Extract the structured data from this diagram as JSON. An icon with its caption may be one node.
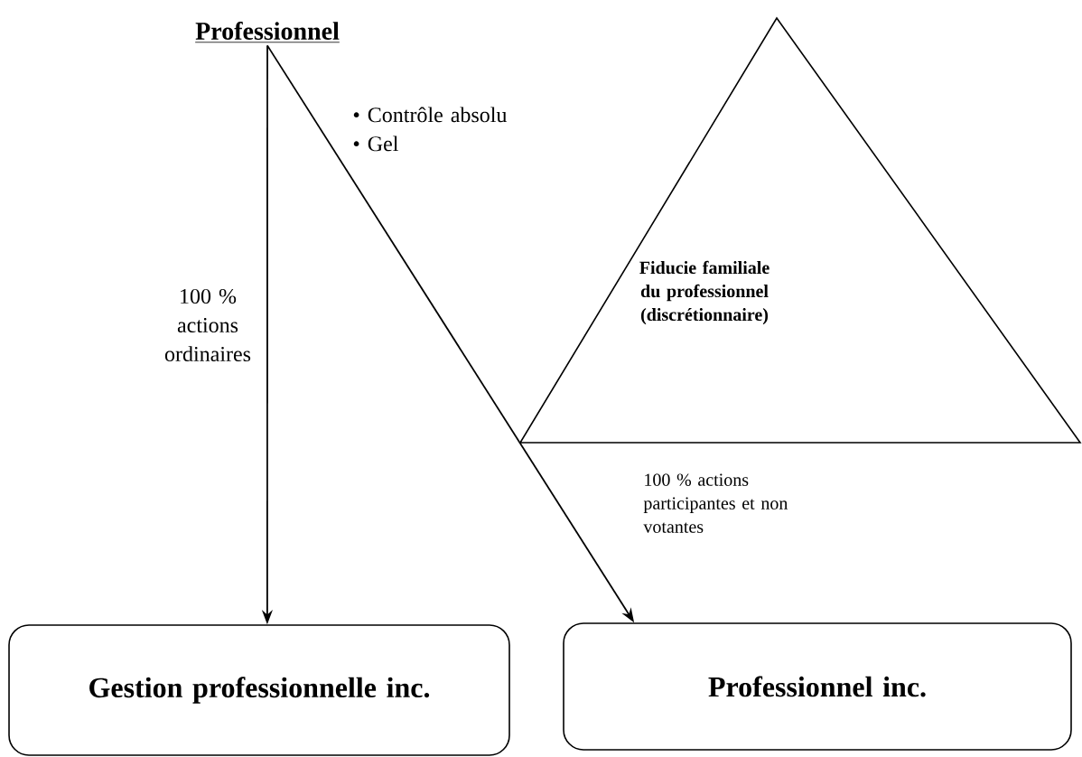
{
  "diagram": {
    "nodes": [
      {
        "text": [
          "Professionnel"
        ]
      },
      {
        "text": [
          "Fiducie familiale du professionnel (discrétionnaire)"
        ],
        "beside": [
          "100 % actions participantes et non votantes"
        ]
      },
      {
        "text": [
          "Gestion professionnelle inc."
        ]
      },
      {
        "text": [
          "Professionnel inc."
        ]
      }
    ],
    "edges": [
      {
        "from": 0,
        "to": 2,
        "arrow": "to",
        "label": "100 % actions ordinaires"
      },
      {
        "from": 0,
        "to": 3,
        "arrow": "to",
        "label": "• Contrôle absolu • Gel"
      }
    ]
  }
}
